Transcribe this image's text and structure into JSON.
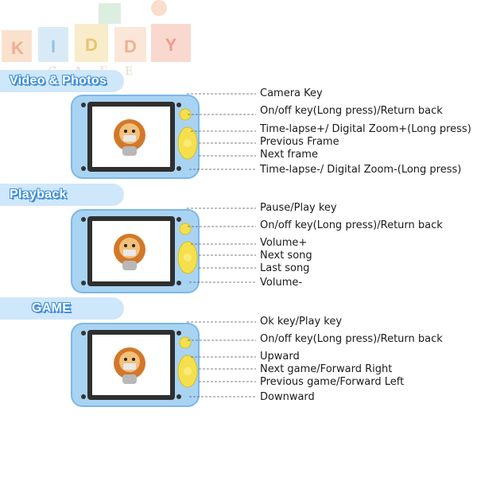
{
  "logo": {
    "letters": [
      "K",
      "I",
      "D",
      "D",
      "Y"
    ],
    "subtext": "C A F E"
  },
  "sections": [
    {
      "title": "Video & Photos",
      "labels": [
        "Camera Key",
        "On/off key(Long press)/Return back",
        "Time-lapse+/ Digital Zoom+(Long press)",
        "Previous Frame",
        "Next frame",
        "Time-lapse-/ Digital Zoom-(Long press)"
      ]
    },
    {
      "title": "Playback",
      "labels": [
        "Pause/Play key",
        "On/off key(Long press)/Return back",
        "Volume+",
        "Next song",
        "Last song",
        "Volume-"
      ]
    },
    {
      "title": "GAME",
      "labels": [
        "Ok key/Play key",
        "On/off key(Long press)/Return back",
        "Upward",
        "Next game/Forward Right",
        "Previous game/Forward Left",
        "Downward"
      ]
    }
  ],
  "colors": {
    "camera_body": "#a9d3f2",
    "camera_edge": "#7db8e6",
    "screen_frame": "#333333",
    "button_yellow": "#f4e04d",
    "tag_text_outline": "#3f8fd8"
  }
}
